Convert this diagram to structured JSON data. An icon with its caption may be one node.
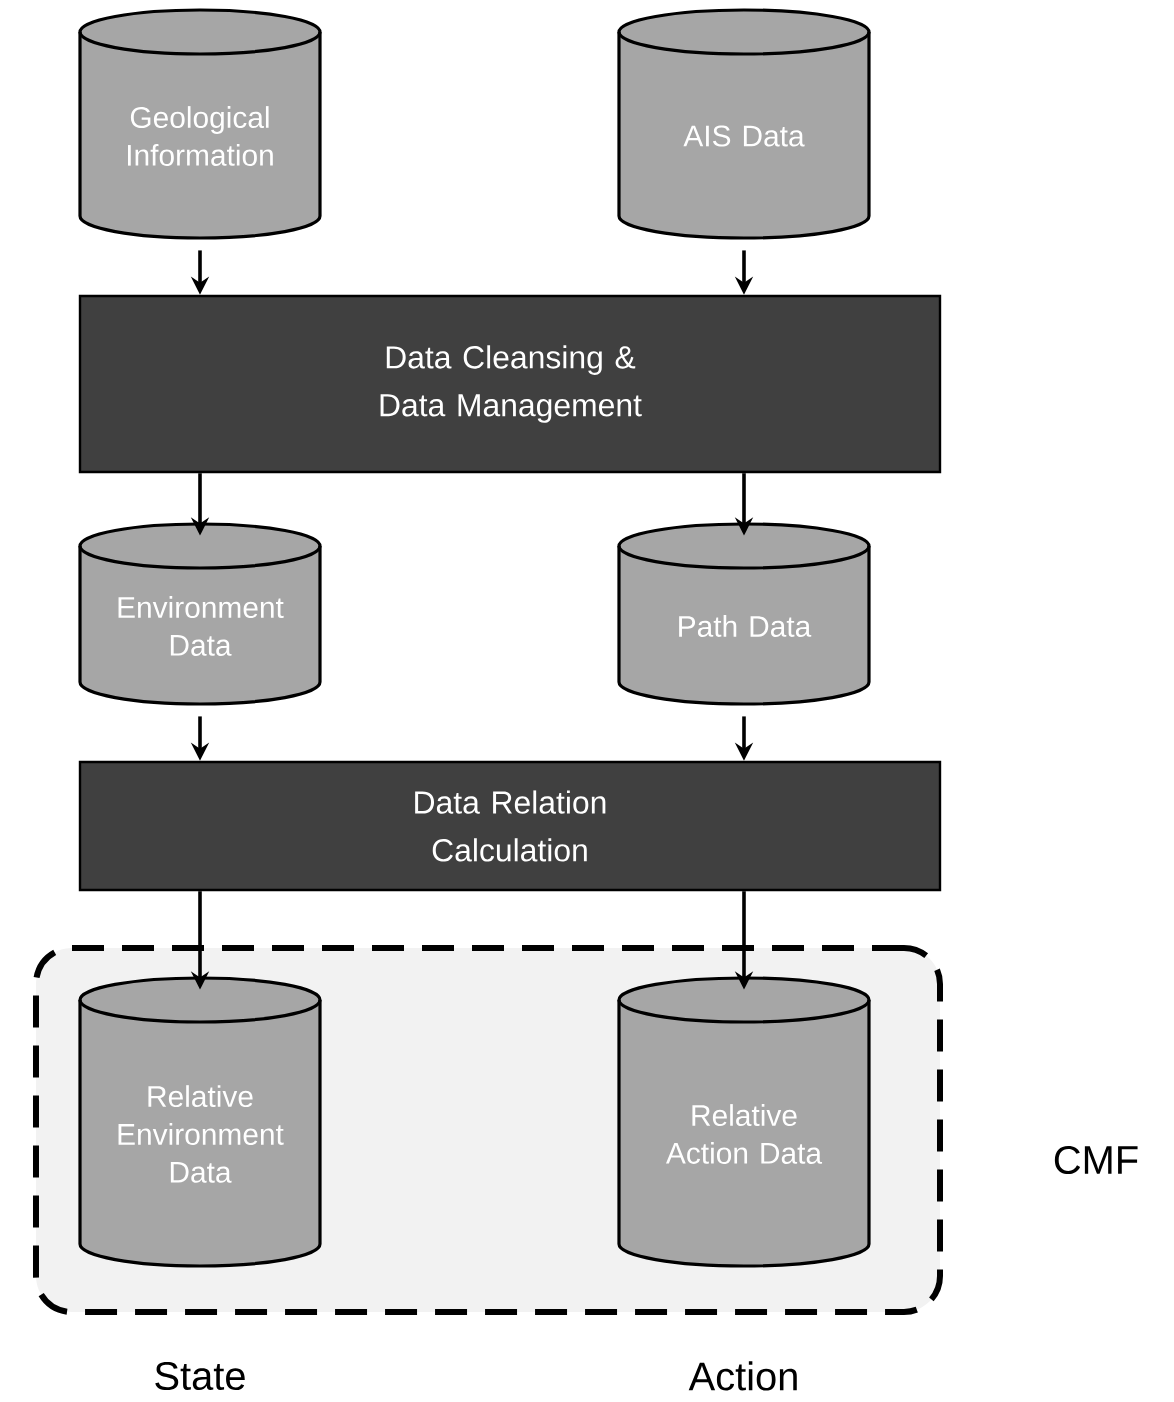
{
  "diagram": {
    "nodes": [
      {
        "text": [
          "Geological Information"
        ]
      },
      {
        "text": [
          "AIS Data"
        ]
      },
      {
        "text": [
          "Data Cleansing & Data Management"
        ]
      },
      {
        "text": [
          "Environment Data"
        ]
      },
      {
        "text": [
          "Path Data"
        ]
      },
      {
        "text": [
          "Data Relation Calculation"
        ]
      },
      {
        "text": [],
        "shape": "box",
        "beside": [
          "CMF"
        ]
      },
      {
        "text": [
          "Relative Environment Data"
        ],
        "in": 6,
        "beside": [
          "State"
        ]
      },
      {
        "text": [
          "Relative Action Data"
        ],
        "in": 6,
        "beside": [
          "Action"
        ]
      }
    ],
    "edges": [
      {
        "from": 0,
        "to": 2,
        "arrow": "to"
      },
      {
        "from": 1,
        "to": 2,
        "arrow": "to"
      },
      {
        "from": 2,
        "to": 3,
        "arrow": "to"
      },
      {
        "from": 2,
        "to": 4,
        "arrow": "to"
      },
      {
        "from": 3,
        "to": 5,
        "arrow": "to"
      },
      {
        "from": 4,
        "to": 5,
        "arrow": "to"
      },
      {
        "from": 5,
        "to": 7,
        "arrow": "to"
      },
      {
        "from": 5,
        "to": 8,
        "arrow": "to"
      }
    ]
  }
}
